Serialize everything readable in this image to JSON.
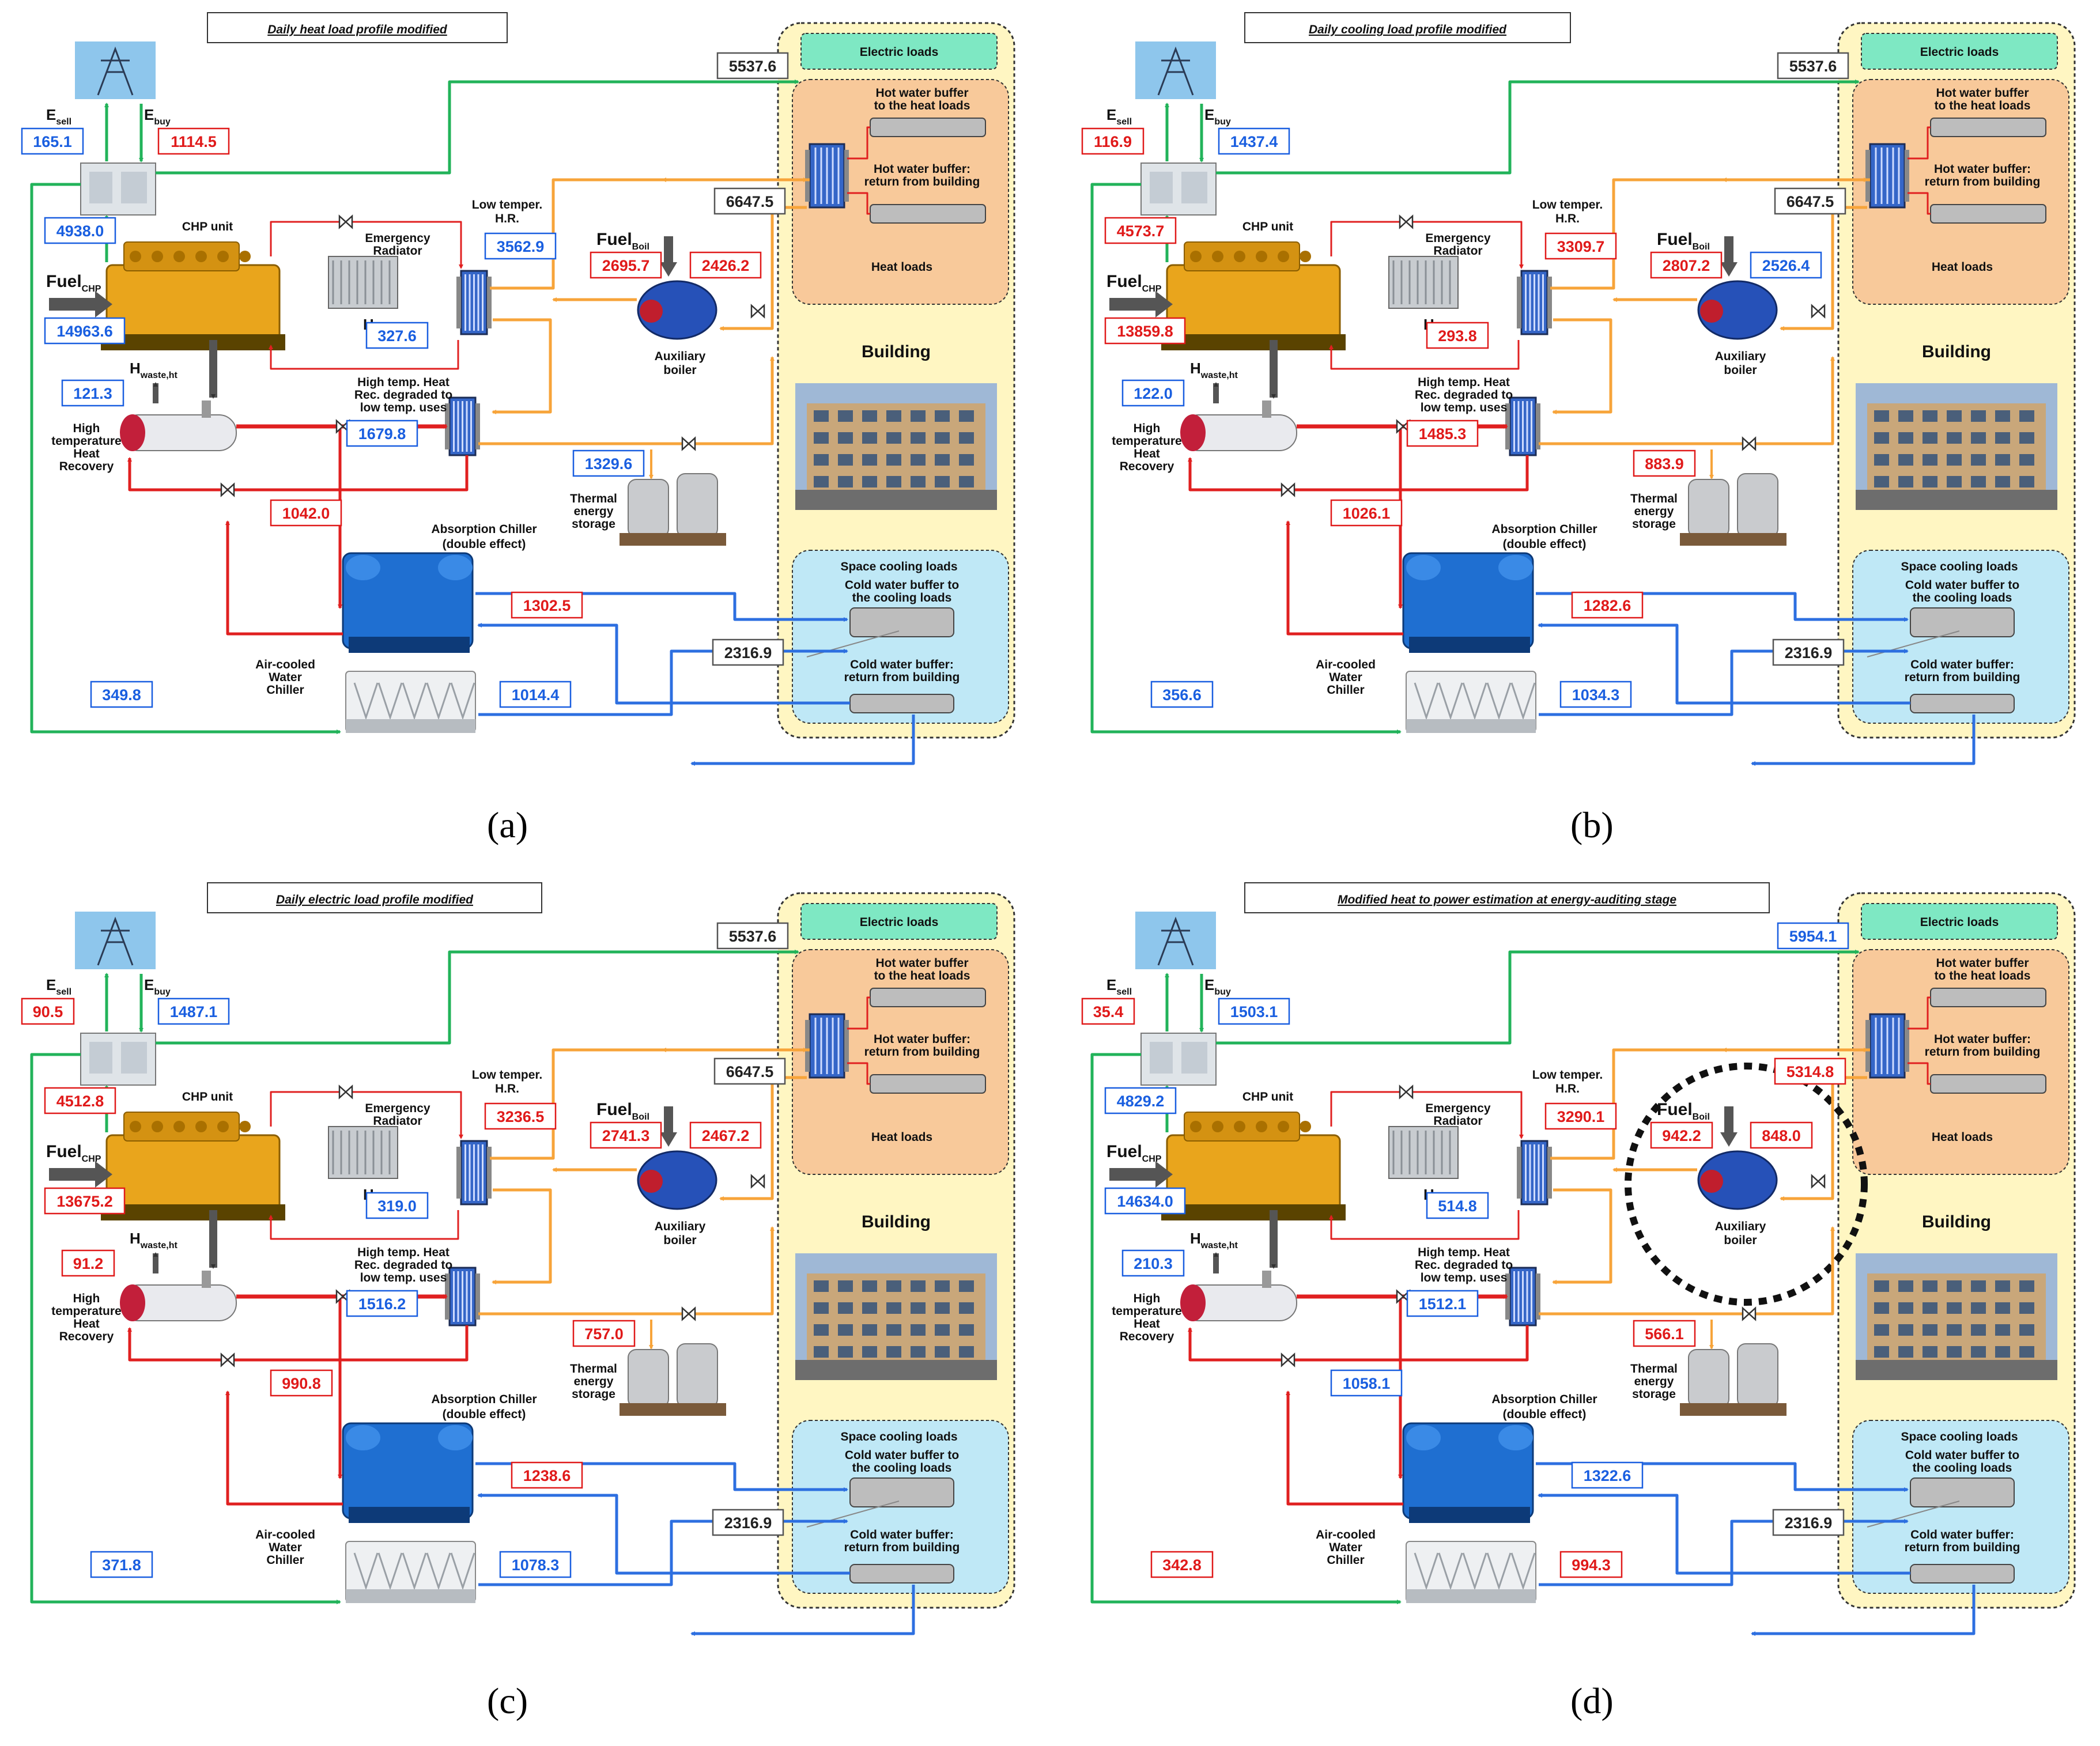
{
  "labels": {
    "electric_loads": "Electric loads",
    "hot_buffer_to": "Hot water buffer to the heat loads",
    "hot_buffer_return": "Hot water buffer: return from building",
    "heat_loads": "Heat loads",
    "building": "Building",
    "space_cooling_loads": "Space cooling loads",
    "cold_buffer_to": "Cold water buffer to the cooling loads",
    "cold_buffer_return": "Cold water buffer: return from building",
    "chp_unit": "CHP unit",
    "emergency_radiator": "Emergency Radiator",
    "low_temp_hr": "Low temper. H.R.",
    "high_temp_hr": "High temperature Heat Recovery",
    "high_temp_degraded": "High temp. Heat Rec. degraded to low temp. uses",
    "absorption_chiller": "Absorption Chiller (double effect)",
    "air_cooled_chiller": "Air-cooled Water Chiller",
    "auxiliary_boiler": "Auxiliary boiler",
    "thermal_storage": "Thermal energy storage",
    "e_sell": "Esell",
    "e_buy": "Ebuy",
    "fuel_chp": "FuelCHP",
    "fuel_boil": "FuelBoil",
    "h_waste_lt": "Hwaste,lt",
    "h_waste_ht": "Hwaste,ht"
  },
  "colors": {
    "electric": "#22b35a",
    "heat_orange": "#f7a43a",
    "heat_red": "#e02020",
    "cold_blue": "#2d6fe0",
    "building_bg": "#fff6c2",
    "heat_box": "#f8c99a",
    "cool_box": "#bfe8f6",
    "elec_box": "#7ee8c3",
    "value_blue": "#1a5fe0",
    "value_red": "#e01a1a"
  },
  "panels": [
    {
      "id": "a",
      "title": "Daily heat load profile modified",
      "caption": "(a)",
      "values": {
        "elec_load": "5537.6",
        "e_sell": "165.1",
        "e_buy": "1114.5",
        "chp_elec": "4938.0",
        "fuel_chp": "14963.6",
        "low_temp_hr": "3562.9",
        "h_waste_lt": "327.6",
        "fuel_boil": "2695.7",
        "boiler_out": "2426.2",
        "heat_supply": "6647.5",
        "h_waste_ht": "121.3",
        "ht_degraded": "1679.8",
        "tes": "1329.6",
        "abs_in": "1042.0",
        "abs_out": "1302.5",
        "cooling_load": "2316.9",
        "acc_in": "349.8",
        "acc_out": "1014.4"
      }
    },
    {
      "id": "b",
      "title": "Daily cooling load profile modified",
      "caption": "(b)",
      "values": {
        "elec_load": "5537.6",
        "e_sell": "116.9",
        "e_buy": "1437.4",
        "chp_elec": "4573.7",
        "fuel_chp": "13859.8",
        "low_temp_hr": "3309.7",
        "h_waste_lt": "293.8",
        "fuel_boil": "2807.2",
        "boiler_out": "2526.4",
        "heat_supply": "6647.5",
        "h_waste_ht": "122.0",
        "ht_degraded": "1485.3",
        "tes": "883.9",
        "abs_in": "1026.1",
        "abs_out": "1282.6",
        "cooling_load": "2316.9",
        "acc_in": "356.6",
        "acc_out": "1034.3"
      }
    },
    {
      "id": "c",
      "title": "Daily electric load profile modified",
      "caption": "(c)",
      "values": {
        "elec_load": "5537.6",
        "e_sell": "90.5",
        "e_buy": "1487.1",
        "chp_elec": "4512.8",
        "fuel_chp": "13675.2",
        "low_temp_hr": "3236.5",
        "h_waste_lt": "319.0",
        "fuel_boil": "2741.3",
        "boiler_out": "2467.2",
        "heat_supply": "6647.5",
        "h_waste_ht": "91.2",
        "ht_degraded": "1516.2",
        "tes": "757.0",
        "abs_in": "990.8",
        "abs_out": "1238.6",
        "cooling_load": "2316.9",
        "acc_in": "371.8",
        "acc_out": "1078.3"
      }
    },
    {
      "id": "d",
      "title": "Modified heat to power estimation at energy-auditing stage",
      "caption": "(d)",
      "values": {
        "elec_load": "5954.1",
        "e_sell": "35.4",
        "e_buy": "1503.1",
        "chp_elec": "4829.2",
        "fuel_chp": "14634.0",
        "low_temp_hr": "3290.1",
        "h_waste_lt": "514.8",
        "fuel_boil": "942.2",
        "boiler_out": "848.0",
        "heat_supply": "5314.8",
        "h_waste_ht": "210.3",
        "ht_degraded": "1512.1",
        "tes": "566.1",
        "abs_in": "1058.1",
        "abs_out": "1322.6",
        "cooling_load": "2316.9",
        "acc_in": "342.8",
        "acc_out": "994.3"
      }
    }
  ]
}
